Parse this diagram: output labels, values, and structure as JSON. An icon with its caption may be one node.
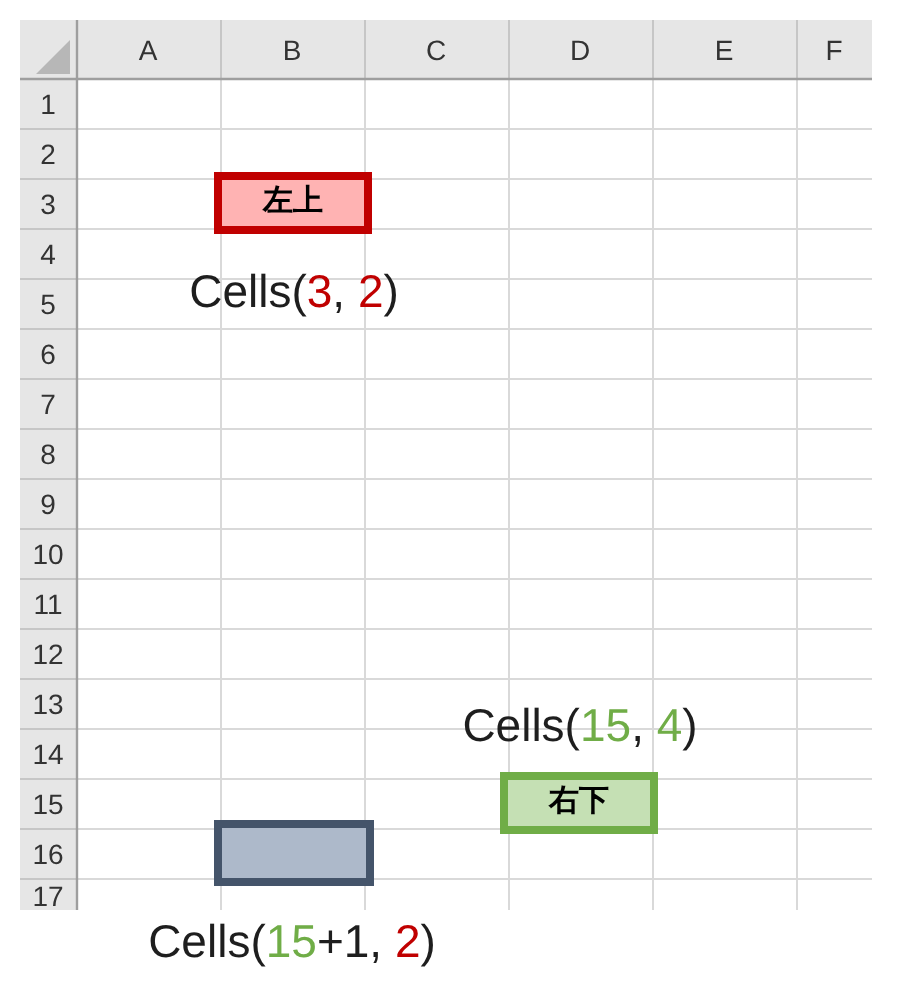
{
  "diagram": {
    "nodes": [
      {
        "text": [
          "左上"
        ],
        "beside": [
          "Cells(3, 2)"
        ]
      },
      {
        "text": [
          "右下"
        ],
        "beside": [
          "Cells(15, 4)"
        ]
      },
      {
        "text": [],
        "shape": "box",
        "beside": [
          "Cells(15+1, 2)"
        ]
      }
    ],
    "labels": [
      "A",
      "B",
      "C",
      "D",
      "E",
      "F",
      "1",
      "2",
      "3",
      "4",
      "5",
      "6",
      "7",
      "8",
      "9",
      "10",
      "11",
      "12",
      "13",
      "14",
      "15",
      "16",
      "17"
    ]
  }
}
